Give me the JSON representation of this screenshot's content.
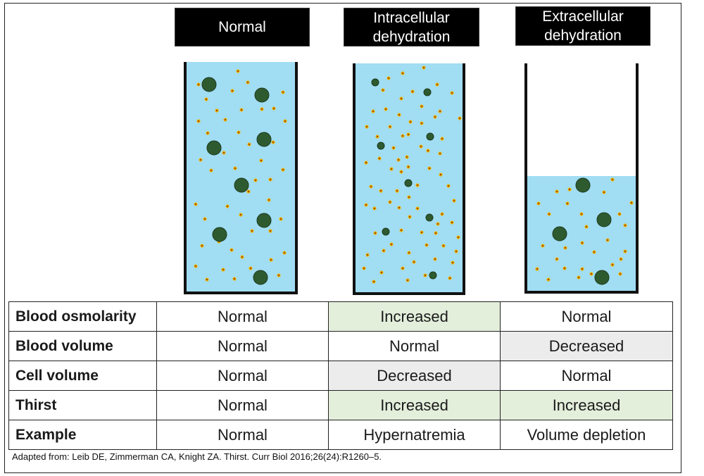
{
  "colors": {
    "fluid": "#a1ddf3",
    "wall": "#111111",
    "cell": "#2e5a2f",
    "solute": "#e8b400",
    "solute_center": "#8a1a10",
    "highlight_green": "#e3eedb",
    "highlight_gray": "#ececec"
  },
  "columns": [
    {
      "header": "Normal",
      "fill_fraction": 1.0,
      "cell_size": "large"
    },
    {
      "header": "Intracellular\ndehydration",
      "fill_fraction": 1.0,
      "cell_size": "small"
    },
    {
      "header": "Extracellular\ndehydration",
      "fill_fraction": 0.5,
      "cell_size": "large"
    }
  ],
  "table": {
    "rows": [
      {
        "label": "Blood osmolarity",
        "cells": [
          {
            "text": "Normal",
            "highlight": "none"
          },
          {
            "text": "Increased",
            "highlight": "green"
          },
          {
            "text": "Normal",
            "highlight": "none"
          }
        ]
      },
      {
        "label": "Blood volume",
        "cells": [
          {
            "text": "Normal",
            "highlight": "none"
          },
          {
            "text": "Normal",
            "highlight": "none"
          },
          {
            "text": "Decreased",
            "highlight": "gray"
          }
        ]
      },
      {
        "label": "Cell volume",
        "cells": [
          {
            "text": "Normal",
            "highlight": "none"
          },
          {
            "text": "Decreased",
            "highlight": "gray"
          },
          {
            "text": "Normal",
            "highlight": "none"
          }
        ]
      },
      {
        "label": "Thirst",
        "cells": [
          {
            "text": "Normal",
            "highlight": "none"
          },
          {
            "text": "Increased",
            "highlight": "green"
          },
          {
            "text": "Increased",
            "highlight": "green"
          }
        ]
      },
      {
        "label": "Example",
        "cells": [
          {
            "text": "Normal",
            "highlight": "none"
          },
          {
            "text": "Hypernatremia",
            "highlight": "none"
          },
          {
            "text": "Volume depletion",
            "highlight": "none"
          }
        ]
      }
    ]
  },
  "citation": "Adapted from: Leib DE, Zimmerman CA, Knight ZA. Thirst. Curr Biol 2016;26(24):R1260–5."
}
